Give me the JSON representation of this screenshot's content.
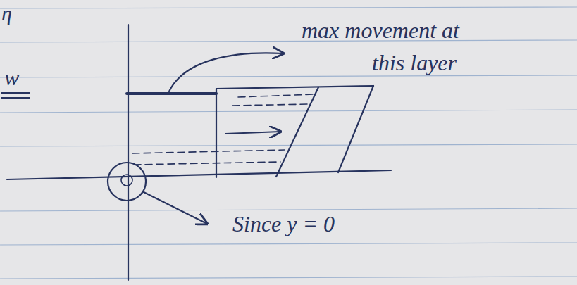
{
  "diagram": {
    "labels": [
      "η",
      "w",
      "max movement at this layer",
      "Since y = 0"
    ]
  }
}
